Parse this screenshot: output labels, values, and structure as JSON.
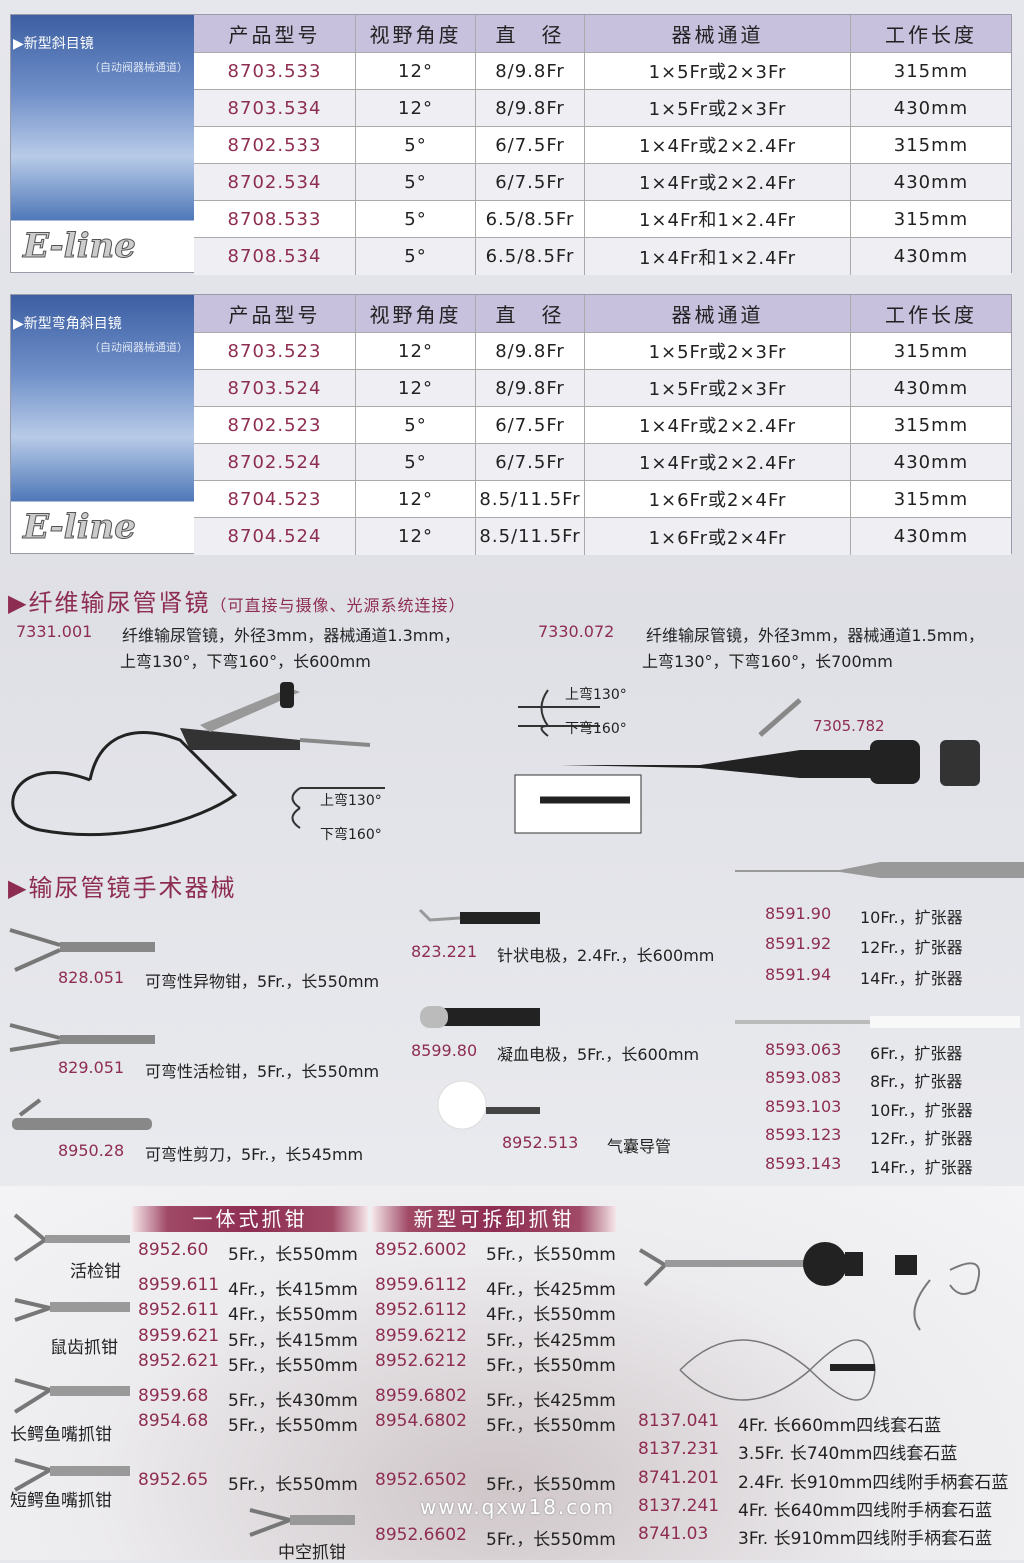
{
  "tables": [
    {
      "title": "▶新型斜目镜",
      "subtitle": "（自动阀器械通道）",
      "logo": "E-line",
      "headers": [
        "产品型号",
        "视野角度",
        "直　径",
        "器械通道",
        "工作长度"
      ],
      "rows": [
        [
          "8703.533",
          "12°",
          "8/9.8Fr",
          "1×5Fr或2×3Fr",
          "315mm"
        ],
        [
          "8703.534",
          "12°",
          "8/9.8Fr",
          "1×5Fr或2×3Fr",
          "430mm"
        ],
        [
          "8702.533",
          "5°",
          "6/7.5Fr",
          "1×4Fr或2×2.4Fr",
          "315mm"
        ],
        [
          "8702.534",
          "5°",
          "6/7.5Fr",
          "1×4Fr或2×2.4Fr",
          "430mm"
        ],
        [
          "8708.533",
          "5°",
          "6.5/8.5Fr",
          "1×4Fr和1×2.4Fr",
          "315mm"
        ],
        [
          "8708.534",
          "5°",
          "6.5/8.5Fr",
          "1×4Fr和1×2.4Fr",
          "430mm"
        ]
      ]
    },
    {
      "title": "▶新型弯角斜目镜",
      "subtitle": "（自动阀器械通道）",
      "logo": "E-line",
      "headers": [
        "产品型号",
        "视野角度",
        "直　径",
        "器械通道",
        "工作长度"
      ],
      "rows": [
        [
          "8703.523",
          "12°",
          "8/9.8Fr",
          "1×5Fr或2×3Fr",
          "315mm"
        ],
        [
          "8703.524",
          "12°",
          "8/9.8Fr",
          "1×5Fr或2×3Fr",
          "430mm"
        ],
        [
          "8702.523",
          "5°",
          "6/7.5Fr",
          "1×4Fr或2×2.4Fr",
          "315mm"
        ],
        [
          "8702.524",
          "5°",
          "6/7.5Fr",
          "1×4Fr或2×2.4Fr",
          "430mm"
        ],
        [
          "8704.523",
          "12°",
          "8.5/11.5Fr",
          "1×6Fr或2×4Fr",
          "315mm"
        ],
        [
          "8704.524",
          "12°",
          "8.5/11.5Fr",
          "1×6Fr或2×4Fr",
          "430mm"
        ]
      ]
    }
  ],
  "fiber": {
    "title": "▶纤维输尿管肾镜",
    "note": "（可直接与摄像、光源系统连接）",
    "left": {
      "code": "7331.001",
      "line1": "纤维输尿管镜，外径3mm，器械通道1.3mm，",
      "line2": "上弯130°，下弯160°，长600mm"
    },
    "right": {
      "code": "7330.072",
      "line1": "纤维输尿管镜，外径3mm，器械通道1.5mm，",
      "line2": "上弯130°，下弯160°，长700mm"
    },
    "up": "上弯130°",
    "down": "下弯160°",
    "part": "7305.782"
  },
  "instruments": {
    "title": "▶输尿管镜手术器械",
    "left": [
      {
        "code": "828.051",
        "desc": "可弯性异物钳，5Fr.，长550mm"
      },
      {
        "code": "829.051",
        "desc": "可弯性活检钳，5Fr.，长550mm"
      },
      {
        "code": "8950.28",
        "desc": "可弯性剪刀，5Fr.，长545mm"
      }
    ],
    "middle": [
      {
        "code": "823.221",
        "desc": "针状电极，2.4Fr.，长600mm"
      },
      {
        "code": "8599.80",
        "desc": "凝血电极，5Fr.，长600mm"
      },
      {
        "code": "8952.513",
        "desc": "气囊导管"
      }
    ],
    "dilators1": [
      {
        "code": "8591.90",
        "desc": "10Fr.，扩张器"
      },
      {
        "code": "8591.92",
        "desc": "12Fr.，扩张器"
      },
      {
        "code": "8591.94",
        "desc": "14Fr.，扩张器"
      }
    ],
    "dilators2": [
      {
        "code": "8593.063",
        "desc": "6Fr.，扩张器"
      },
      {
        "code": "8593.083",
        "desc": "8Fr.，扩张器"
      },
      {
        "code": "8593.103",
        "desc": "10Fr.，扩张器"
      },
      {
        "code": "8593.123",
        "desc": "12Fr.，扩张器"
      },
      {
        "code": "8593.143",
        "desc": "14Fr.，扩张器"
      }
    ]
  },
  "forceps": {
    "band1": "一体式抓钳",
    "band2": "新型可拆卸抓钳",
    "types": [
      "活检钳",
      "鼠齿抓钳",
      "长鳄鱼嘴抓钳",
      "短鳄鱼嘴抓钳",
      "中空抓钳"
    ],
    "rows": [
      {
        "c1": "8952.60",
        "d1": "5Fr.，长550mm",
        "c2": "8952.6002",
        "d2": "5Fr.，长550mm"
      },
      {
        "c1": "8959.611",
        "d1": "4Fr.，长415mm",
        "c2": "8959.6112",
        "d2": "4Fr.，长425mm"
      },
      {
        "c1": "8952.611",
        "d1": "4Fr.，长550mm",
        "c2": "8952.6112",
        "d2": "4Fr.，长550mm"
      },
      {
        "c1": "8959.621",
        "d1": "5Fr.，长415mm",
        "c2": "8959.6212",
        "d2": "5Fr.，长425mm"
      },
      {
        "c1": "8952.621",
        "d1": "5Fr.，长550mm",
        "c2": "8952.6212",
        "d2": "5Fr.，长550mm"
      },
      {
        "c1": "8959.68",
        "d1": "5Fr.，长430mm",
        "c2": "8959.6802",
        "d2": "5Fr.，长425mm"
      },
      {
        "c1": "8954.68",
        "d1": "5Fr.，长550mm",
        "c2": "8954.6802",
        "d2": "5Fr.，长550mm"
      },
      {
        "c1": "8952.65",
        "d1": "5Fr.，长550mm",
        "c2": "8952.6502",
        "d2": "5Fr.，长550mm"
      },
      {
        "c1": "",
        "d1": "",
        "c2": "8952.6602",
        "d2": "5Fr.，长550mm"
      }
    ],
    "baskets": [
      {
        "code": "8137.041",
        "desc": "4Fr. 长660mm四线套石蓝"
      },
      {
        "code": "8137.231",
        "desc": "3.5Fr. 长740mm四线套石蓝"
      },
      {
        "code": "8741.201",
        "desc": "2.4Fr. 长910mm四线附手柄套石蓝"
      },
      {
        "code": "8137.241",
        "desc": "4Fr. 长640mm四线附手柄套石蓝"
      },
      {
        "code": "8741.03",
        "desc": "3Fr. 长910mm四线附手柄套石蓝"
      }
    ],
    "watermark": "www.qxw18.com"
  },
  "colors": {
    "code": "#8e2d52",
    "header": "#c8c1de"
  }
}
